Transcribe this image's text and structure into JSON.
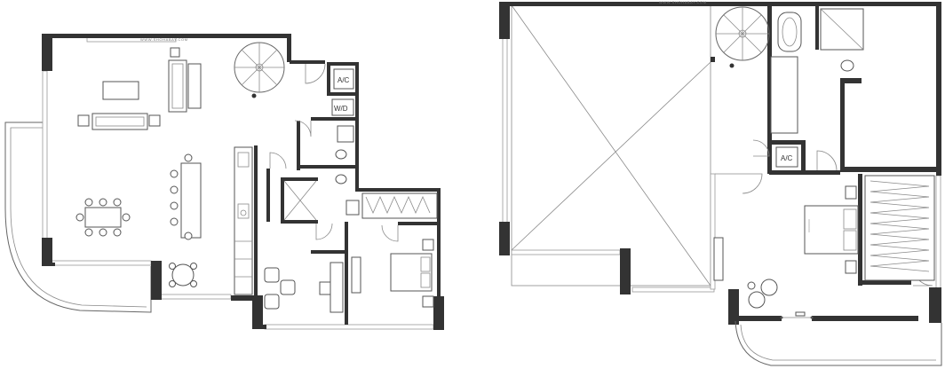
{
  "watermark": "WWW.SHOHABAY.COM",
  "room_tags": {
    "ac": "A/C",
    "wd": "W/D"
  }
}
